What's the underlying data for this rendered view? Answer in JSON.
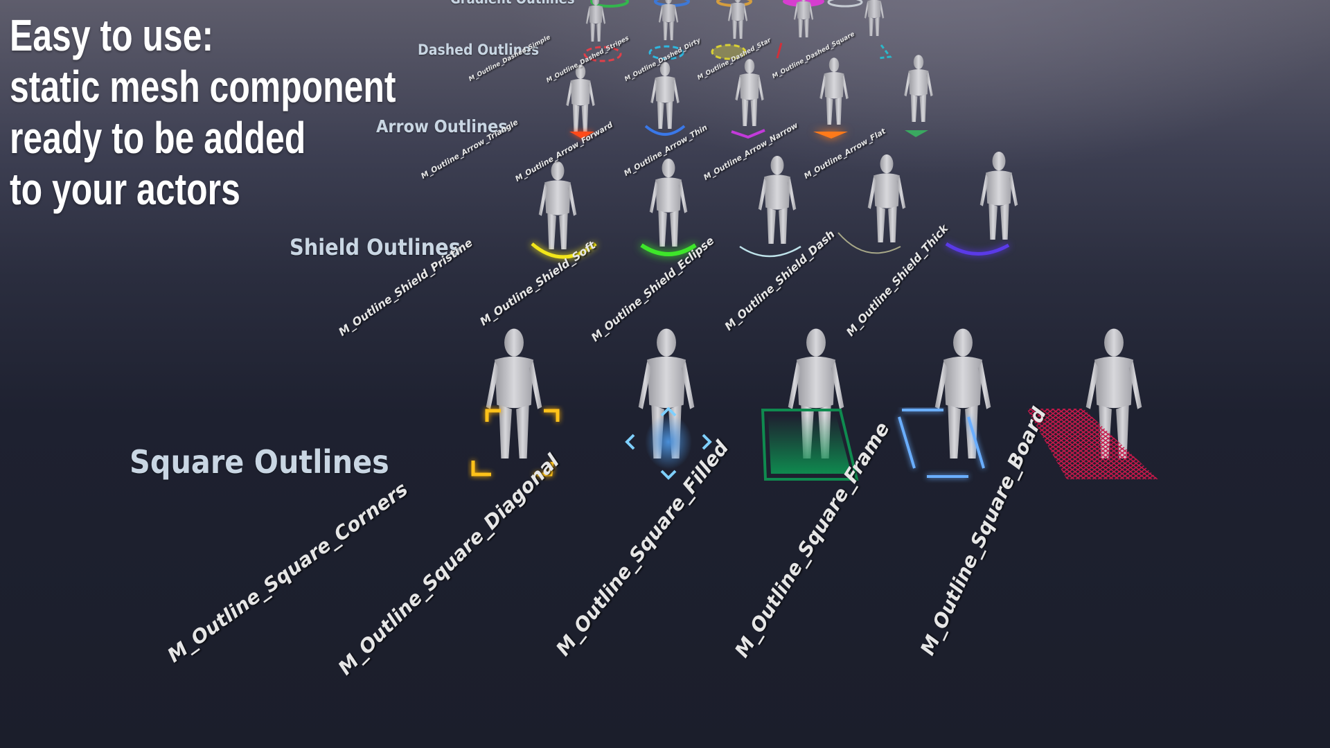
{
  "headline": {
    "lines": [
      "Easy to use:",
      "static mesh component",
      "ready to be added",
      "to your actors"
    ]
  },
  "rows": {
    "gradient": {
      "title": "Gradient Outlines",
      "marker_colors": [
        "#2fbf4a",
        "#3a7be0",
        "#e0a43a",
        "#e23ad9",
        "#cfd6dc"
      ]
    },
    "dashed": {
      "title": "Dashed Outlines",
      "labels": [
        "M_Outline_Dashed_Simple",
        "M_Outline_Dashed_Stripes",
        "M_Outline_Dashed_Dirty",
        "M_Outline_Dashed_Star",
        "M_Outline_Dashed_Square"
      ],
      "marker_colors": [
        "#e0404a",
        "#2fb8e0",
        "#d9d034",
        "#d0303a",
        "#2bb8c9"
      ]
    },
    "arrow": {
      "title": "Arrow Outlines",
      "labels": [
        "M_Outline_Arrow_Triangle",
        "M_Outline_Arrow_Forward",
        "M_Outline_Arrow_Thin",
        "M_Outline_Arrow_Narrow",
        "M_Outline_Arrow_Flat"
      ],
      "marker_colors": [
        "#ff4a1a",
        "#3a78e8",
        "#c23ad9",
        "#ff7a1a",
        "#3aa860"
      ]
    },
    "shield": {
      "title": "Shield Outlines",
      "labels": [
        "M_Outline_Shield_Pristine",
        "M_Outline_Shield_Soft",
        "M_Outline_Shield_Eclipse",
        "M_Outline_Shield_Dash",
        "M_Outline_Shield_Thick"
      ],
      "marker_colors": [
        "#f2e61a",
        "#3ee62a",
        "#bfe3ea",
        "#a8a888",
        "#5a3ae8"
      ]
    },
    "square": {
      "title": "Square Outlines",
      "labels": [
        "M_Outline_Square_Corners",
        "M_Outline_Square_Diagonal",
        "M_Outline_Square_Filled",
        "M_Outline_Square_Frame",
        "M_Outline_Square_Board"
      ],
      "marker_colors": [
        "#ffc21a",
        "#7fd0ff",
        "#0f8a4f",
        "#6aaeff",
        "#c8184a"
      ]
    }
  }
}
